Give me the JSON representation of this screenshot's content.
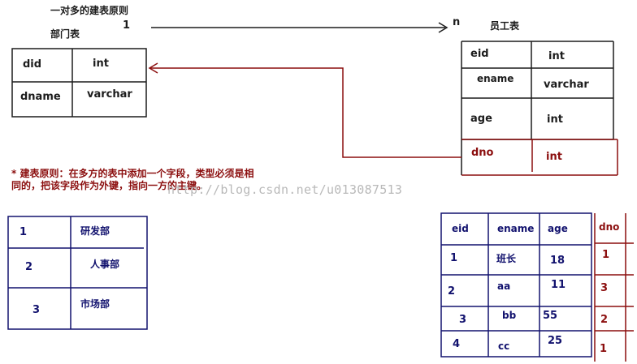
{
  "title": "一对多的建表原则",
  "relation": {
    "one": "1",
    "many": "n"
  },
  "dept_table": {
    "title": "部门表",
    "rows": [
      {
        "col": "did",
        "type": "int"
      },
      {
        "col": "dname",
        "type": "varchar"
      }
    ]
  },
  "emp_table": {
    "title": "员工表",
    "rows": [
      {
        "col": "eid",
        "type": "int"
      },
      {
        "col": "ename",
        "type": "varchar"
      },
      {
        "col": "age",
        "type": "int"
      },
      {
        "col": "dno",
        "type": "int"
      }
    ]
  },
  "principle": {
    "line1": "* 建表原则：在多方的表中添加一个字段，类型必须是相",
    "line2": "同的，把该字段作为外键，指向一方的主键。"
  },
  "watermark": "http://blog.csdn.net/u013087513",
  "dept_data": [
    {
      "id": "1",
      "name": "研发部"
    },
    {
      "id": "2",
      "name": "人事部"
    },
    {
      "id": "3",
      "name": "市场部"
    }
  ],
  "emp_data": {
    "headers": [
      "eid",
      "ename",
      "age"
    ],
    "fk_header": "dno",
    "rows": [
      {
        "eid": "1",
        "ename": "班长",
        "age": "18",
        "dno": "1"
      },
      {
        "eid": "2",
        "ename": "aa",
        "age": "11",
        "dno": "3"
      },
      {
        "eid": "3",
        "ename": "bb",
        "age": "55",
        "dno": "2"
      },
      {
        "eid": "4",
        "ename": "cc",
        "age": "25",
        "dno": "1"
      }
    ]
  },
  "colors": {
    "ink": "#1c1c1c",
    "fk_red": "#8b0e0e",
    "data_navy": "#12126e"
  }
}
